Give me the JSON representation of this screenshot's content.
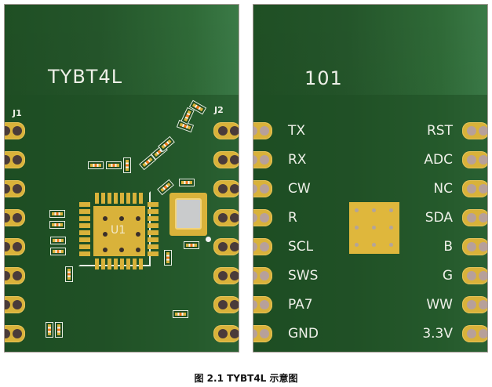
{
  "figure": {
    "caption": "图 2.1    TYBT4L 示意图"
  },
  "front_view": {
    "model_label": "TYBT4L",
    "connector_left": "J1",
    "connector_right": "J2",
    "chip_label": "U1",
    "pins_per_side": 8,
    "colors": {
      "board": "#24552a",
      "copper": "#d9b23a",
      "silkscreen": "#eef0e8",
      "component_body": "#f07a1a"
    }
  },
  "back_view": {
    "label": "101",
    "left_pins": [
      "TX",
      "RX",
      "CW",
      "R",
      "SCL",
      "SWS",
      "PA7",
      "GND"
    ],
    "right_pins": [
      "RST",
      "ADC",
      "NC",
      "SDA",
      "B",
      "G",
      "WW",
      "3.3V"
    ]
  }
}
